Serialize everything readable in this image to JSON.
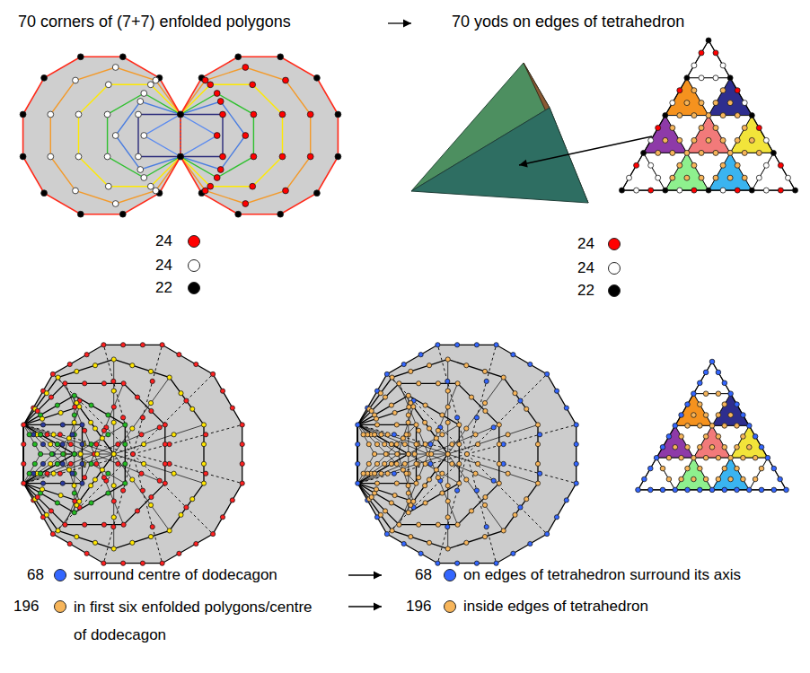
{
  "diagram": {
    "labels": [
      "70 corners of (7+7) enfolded polygons",
      "70 yods on edges of tetrahedron",
      "68",
      "196",
      "68",
      "196"
    ],
    "legend": [
      {
        "text": "24",
        "color": "#ff0000"
      },
      {
        "text": "24",
        "color": "#ffffff"
      },
      {
        "text": "22",
        "color": "#000000"
      },
      {
        "text": "24",
        "color": "#ff0000"
      },
      {
        "text": "24",
        "color": "#ffffff"
      },
      {
        "text": "22",
        "color": "#000000"
      },
      {
        "text": "surround centre of dodecagon",
        "color": "#3366ff"
      },
      {
        "text": "in first six enfolded polygons/centre of dodecagon",
        "color": "#f7b55a"
      },
      {
        "text": "on edges of tetrahedron surround its axis",
        "color": "#3366ff"
      },
      {
        "text": "inside edges of tetrahedron",
        "color": "#f7b55a"
      }
    ]
  }
}
